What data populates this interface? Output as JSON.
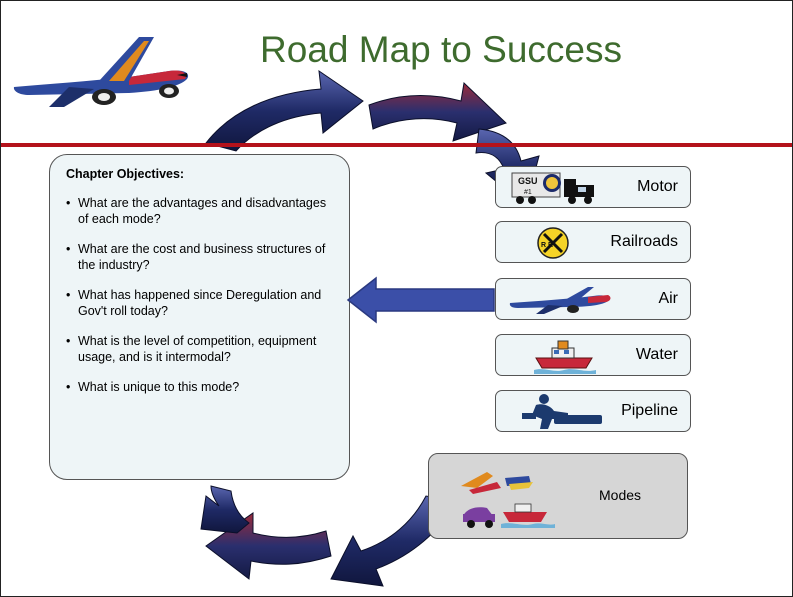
{
  "title": "Road Map to Success",
  "objectives": {
    "heading": "Chapter Objectives:",
    "items": [
      "What are the advantages and disadvantages of each mode?",
      "What are the cost and business structures of the industry?",
      "What has happened since Deregulation and Gov't  roll today?",
      "What is the level of competition, equipment usage, and is it intermodal?",
      "What is unique to this mode?"
    ]
  },
  "modes": [
    {
      "label": "Motor",
      "icon": "truck-icon",
      "truck_text": "GSU",
      "truck_number": "#1"
    },
    {
      "label": "Railroads",
      "icon": "railroad-crossing-icon",
      "crossing_text": "R R"
    },
    {
      "label": "Air",
      "icon": "airplane-icon"
    },
    {
      "label": "Water",
      "icon": "tugboat-icon"
    },
    {
      "label": "Pipeline",
      "icon": "pipeline-worker-icon"
    }
  ],
  "modes_summary": {
    "label": "Modes",
    "icon": "transport-vehicles-icon"
  },
  "colors": {
    "title": "#3e6b2e",
    "rule": "#b4121b",
    "arrow": "#3b4fa8",
    "cycle_arrow": "#1f2a66"
  }
}
